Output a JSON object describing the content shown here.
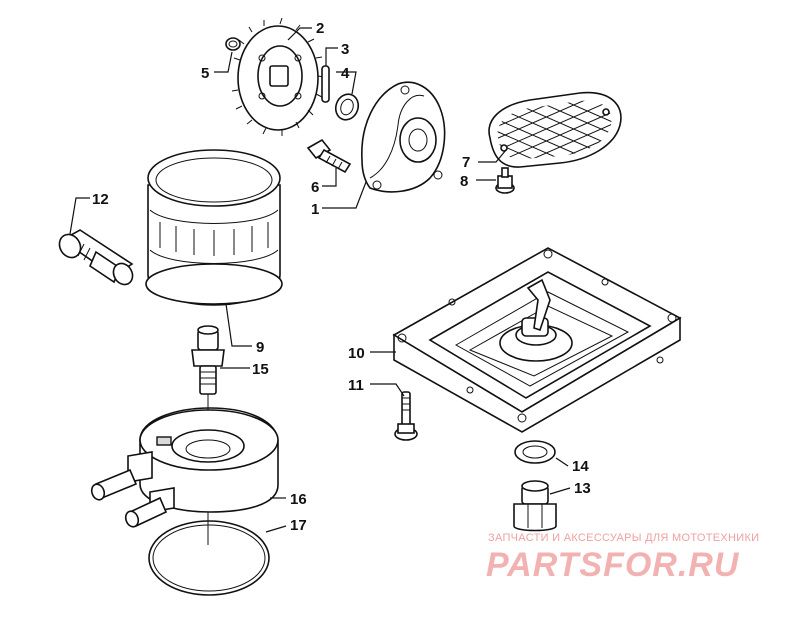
{
  "callouts": {
    "c1": "1",
    "c2": "2",
    "c3": "3",
    "c4": "4",
    "c5": "5",
    "c6": "6",
    "c7": "7",
    "c8": "8",
    "c9": "9",
    "c10": "10",
    "c11": "11",
    "c12": "12",
    "c13": "13",
    "c14": "14",
    "c15": "15",
    "c16": "16",
    "c17": "17"
  },
  "watermark": {
    "tagline": "ЗАПЧАСТИ И АКСЕССУАРЫ ДЛЯ МОТОТЕХНИКИ",
    "logo": "PARTSFOR.RU"
  }
}
